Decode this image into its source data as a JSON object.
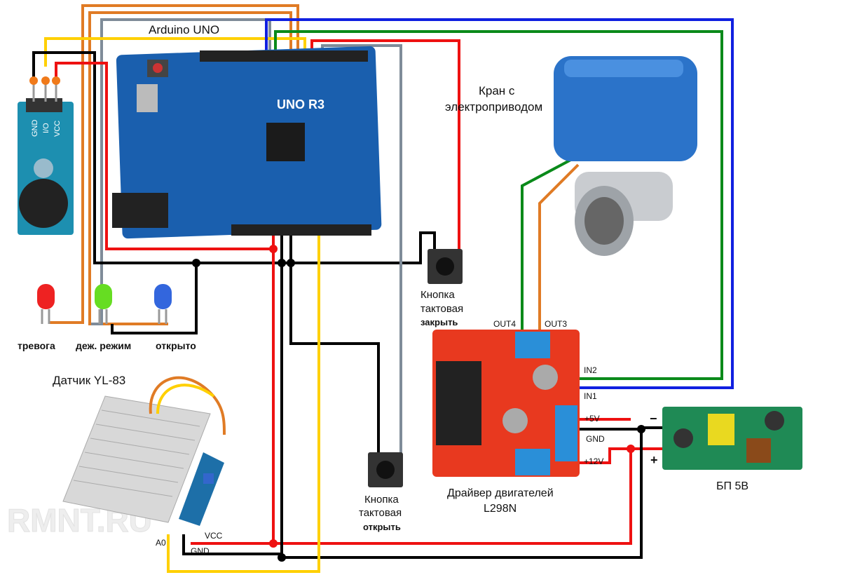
{
  "labels": {
    "arduino": "Arduino UNO",
    "arduino_model": "UNO R3",
    "valve_line1": "Кран с",
    "valve_line2": "электроприводом",
    "button_close_line1": "Кнопка",
    "button_close_line2": "тактовая",
    "button_close_line3": "закрыть",
    "button_open_line1": "Кнопка",
    "button_open_line2": "тактовая",
    "button_open_line3": "открыть",
    "led_red": "тревога",
    "led_green": "деж. режим",
    "led_blue": "открыто",
    "sensor": "Датчик YL-83",
    "driver_line1": "Драйвер двигателей",
    "driver_line2": "L298N",
    "psu": "БП 5В",
    "psu_minus": "−",
    "psu_plus": "+",
    "out4": "OUT4",
    "out3": "OUT3",
    "in2": "IN2",
    "in1": "IN1",
    "plus5v": "+5V",
    "gnd": "GND",
    "plus12v": "+12V",
    "buzzer_gnd": "GND",
    "buzzer_io": "I/O",
    "buzzer_vcc": "VCC",
    "sensor_a0": "A0",
    "sensor_vcc": "VCC",
    "sensor_gnd": "GND",
    "watermark": "RMNT.RU"
  },
  "colors": {
    "red": "#ee1111",
    "black": "#000000",
    "yellow": "#ffd000",
    "orange": "#e07b25",
    "gray": "#7f8c99",
    "blue": "#1020e0",
    "green": "#0a8a1a"
  }
}
